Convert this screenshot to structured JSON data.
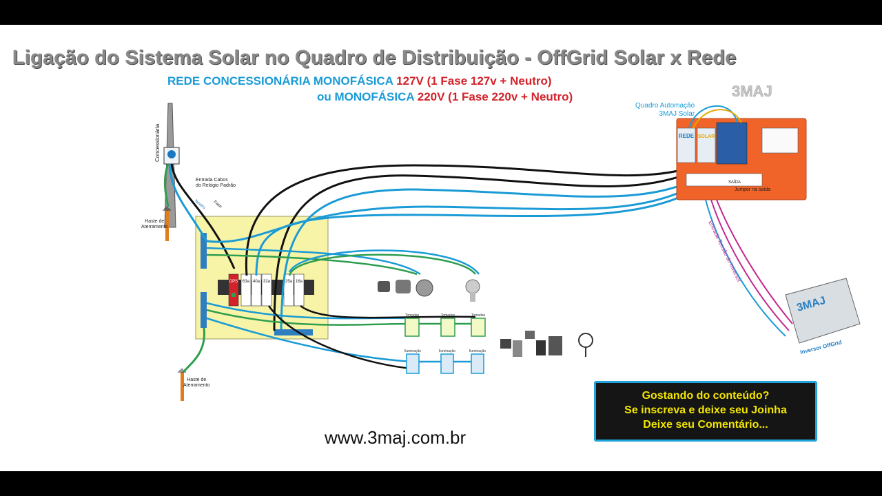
{
  "title": "Ligação do Sistema Solar no Quadro de Distribuição - OffGrid Solar x Rede",
  "subtitle": {
    "line1_blue": "REDE CONCESSIONÁRIA MONOFÁSICA ",
    "line1_red": "127V (1 Fase 127v + Neutro)",
    "line2_blue": "ou MONOFÁSICA ",
    "line2_red": "220V (1 Fase 220v + Neutro)"
  },
  "labels": {
    "concessionaria": "Concessionária",
    "entrada_cabos": "Entrada Cabos\ndo Relógio Padrão",
    "neutro": "Neutro",
    "fase": "Fase",
    "haste_top": "Haste de\nAterramento",
    "haste_bottom": "Haste de\nAterramento",
    "quadro_automacao": "Quadro Automação\n3MAJ Solar",
    "brand": "3MAJ",
    "jumper": "Jumper\nna saída",
    "entrada_tensao": "Entrada Tensão do Inversor",
    "inversor": "Inversor OffGrid",
    "rede": "REDE",
    "solar": "SOLAR",
    "saida": "SAÍDA",
    "tomadas": "Tomadas",
    "iluminacao": "Iluminação"
  },
  "breakers": [
    "DPS",
    "63a",
    "40a",
    "32a",
    "25a",
    "16a"
  ],
  "website": "www.3maj.com.br",
  "cta": {
    "line1": "Gostando do conteúdo?",
    "line2": "Se inscreva e deixe seu Joinha",
    "line3": "Deixe seu Comentário..."
  },
  "colors": {
    "title_gray": "#888888",
    "blue": "#1a9bd6",
    "red": "#d2232a",
    "cta_text": "#f3e600",
    "cta_border": "#1ea3dc",
    "panel_yellow": "#f7f4a8",
    "automation_orange": "#f0642a",
    "wire_green": "#2e9e4e",
    "wire_magenta": "#c2288f",
    "ground_rod": "#e07d1c"
  }
}
